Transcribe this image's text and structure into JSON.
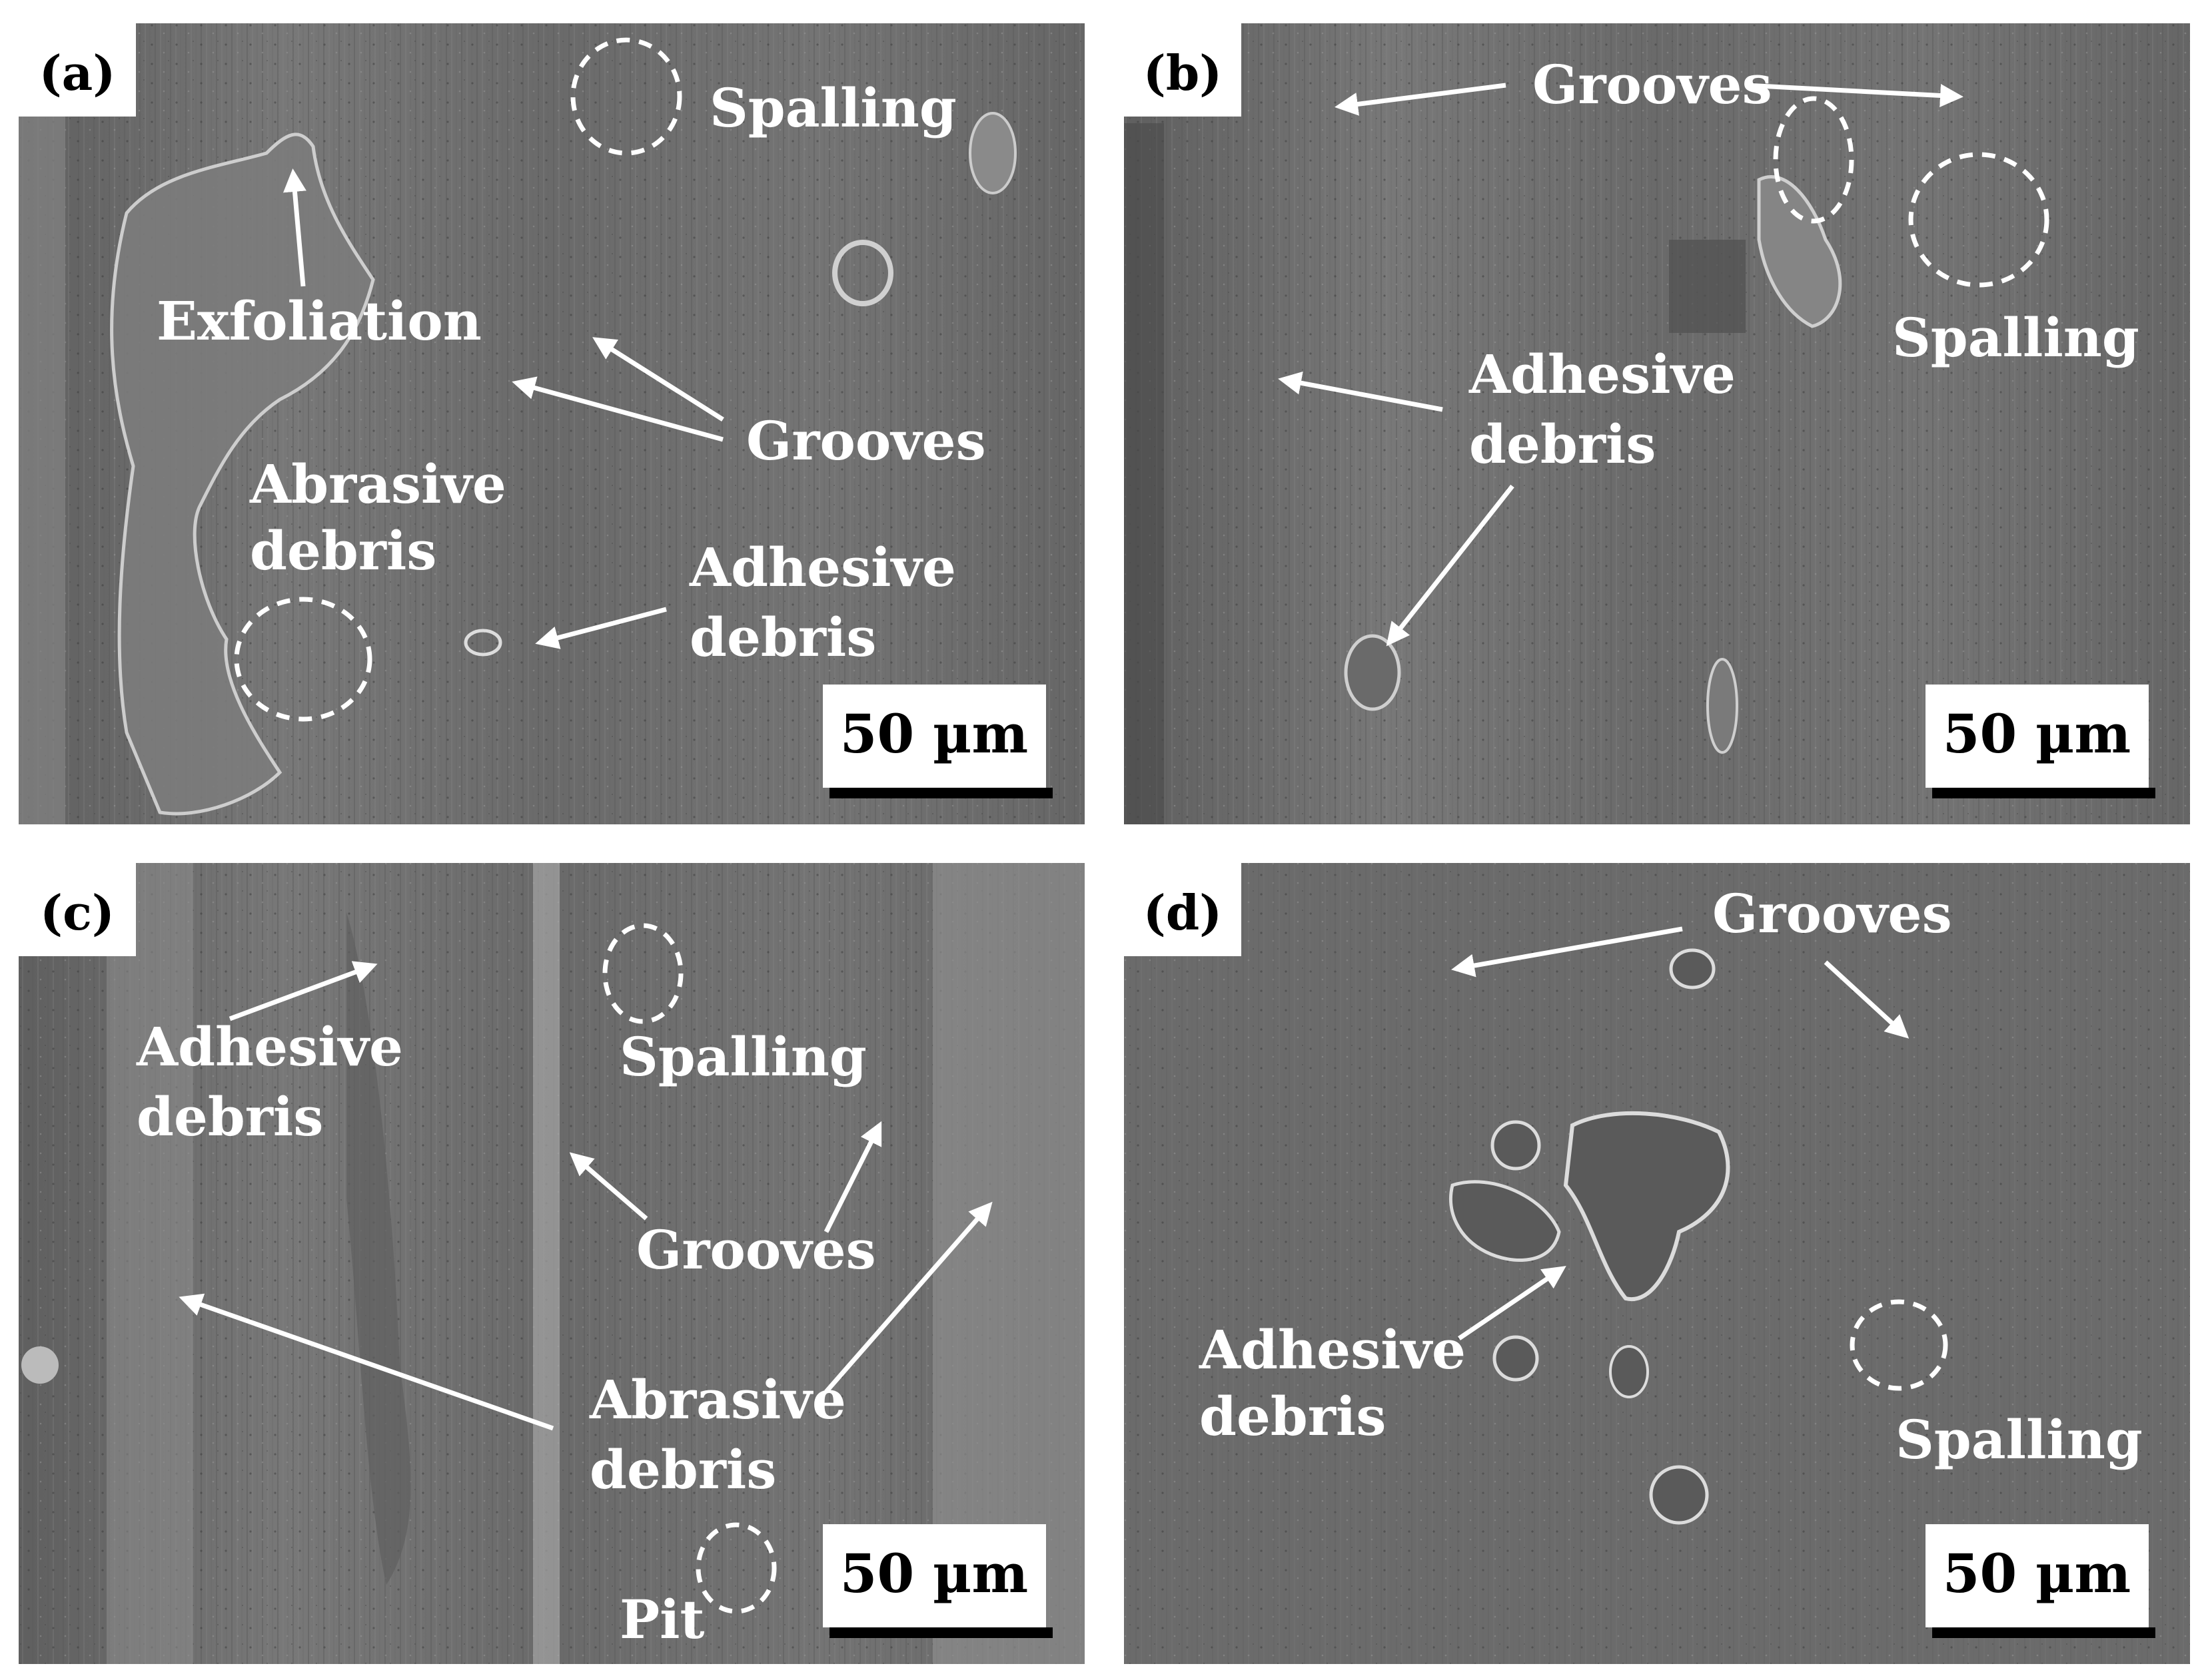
{
  "figure": {
    "panels": [
      {
        "id": "a",
        "letter": "(a)",
        "scale_bar": "50 µm",
        "labels": {
          "spalling": "Spalling",
          "exfoliation": "Exfoliation",
          "grooves": "Grooves",
          "abrasive_line1": "Abrasive",
          "abrasive_line2": "debris",
          "adhesive_line1": "Adhesive",
          "adhesive_line2": "debris"
        }
      },
      {
        "id": "b",
        "letter": "(b)",
        "scale_bar": "50 µm",
        "labels": {
          "grooves": "Grooves",
          "spalling": "Spalling",
          "adhesive_line1": "Adhesive",
          "adhesive_line2": "debris"
        }
      },
      {
        "id": "c",
        "letter": "(c)",
        "scale_bar": "50 µm",
        "labels": {
          "adhesive_line1": "Adhesive",
          "adhesive_line2": "debris",
          "spalling": "Spalling",
          "grooves": "Grooves",
          "abrasive_line1": "Abrasive",
          "abrasive_line2": "debris",
          "pit": "Pit"
        }
      },
      {
        "id": "d",
        "letter": "(d)",
        "scale_bar": "50 µm",
        "labels": {
          "grooves": "Grooves",
          "adhesive_line1": "Adhesive",
          "adhesive_line2": "debris",
          "spalling": "Spalling"
        }
      }
    ],
    "colors": {
      "micrograph_base": "#6f6f6f",
      "label": "#ffffff",
      "scale_box": "#ffffff",
      "scale_bar": "#000000"
    }
  }
}
